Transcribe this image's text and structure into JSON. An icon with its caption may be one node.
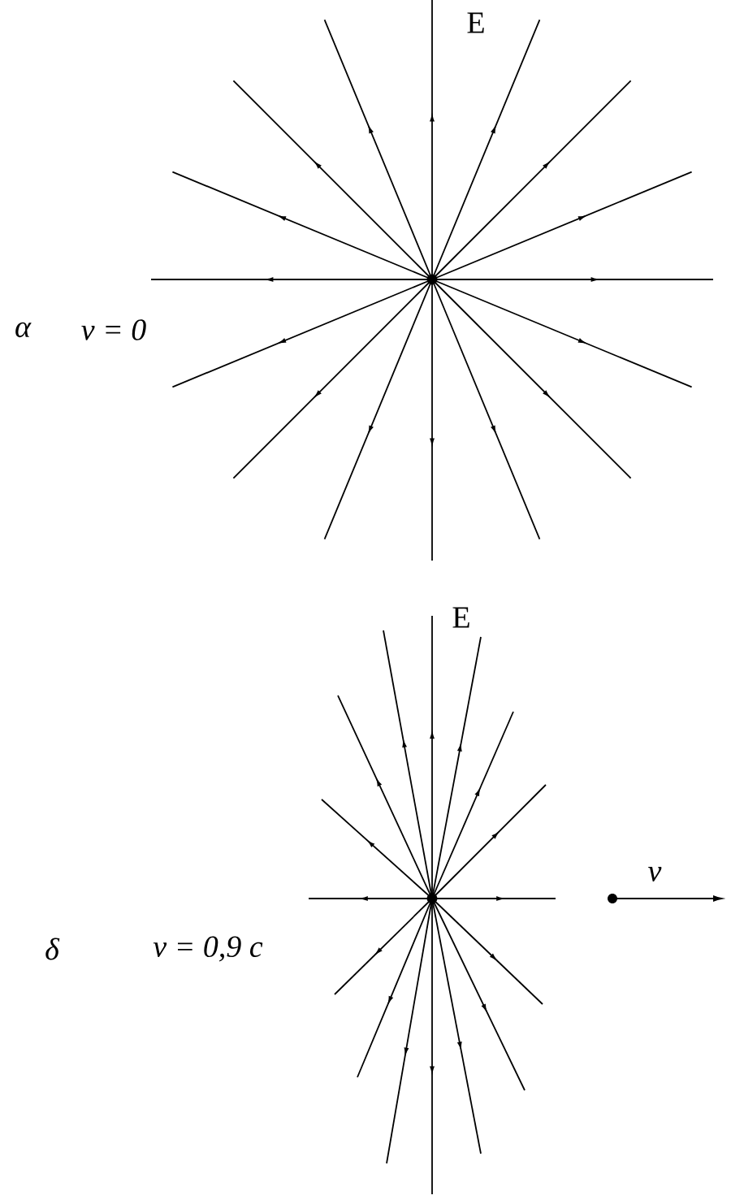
{
  "diagram": {
    "labels": [
      "E",
      "α",
      "v = 0",
      "E",
      "δ",
      "v = 0,9 c",
      "v"
    ]
  }
}
